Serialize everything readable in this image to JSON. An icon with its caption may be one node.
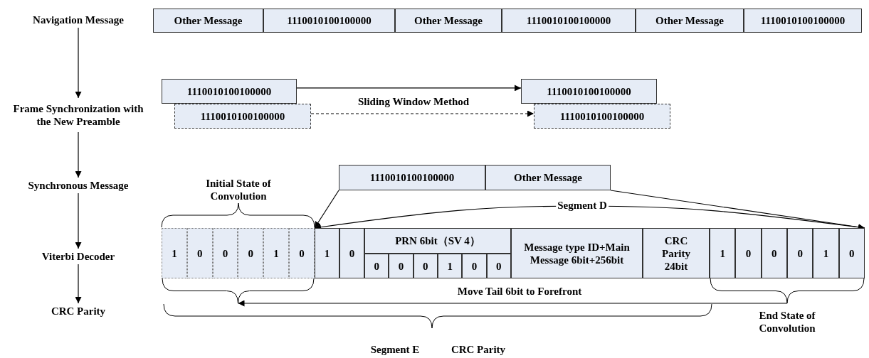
{
  "diagram": {
    "nodes": [
      {
        "text": [
          "Navigation Message"
        ]
      },
      {
        "text": [
          "Frame Synchronization with the New Preamble"
        ]
      },
      {
        "text": [
          "Synchronous Message"
        ]
      },
      {
        "text": [
          "Viterbi Decoder"
        ]
      },
      {
        "text": [
          "CRC Parity"
        ]
      },
      {
        "text": [
          "Other Message"
        ]
      },
      {
        "text": [
          "1110010100100000"
        ]
      },
      {
        "text": [
          "Other Message"
        ]
      },
      {
        "text": [
          "1110010100100000"
        ]
      },
      {
        "text": [
          "Other Message"
        ]
      },
      {
        "text": [
          "1110010100100000"
        ]
      },
      {
        "text": [
          "1110010100100000"
        ]
      },
      {
        "text": [
          "1110010100100000"
        ]
      },
      {
        "text": [
          "1110010100100000"
        ]
      },
      {
        "text": [
          "1110010100100000"
        ]
      },
      {
        "text": [
          "1110010100100000"
        ]
      },
      {
        "text": [
          "Other Message"
        ]
      },
      {
        "text": [
          "1"
        ]
      },
      {
        "text": [
          "0"
        ]
      },
      {
        "text": [
          "0"
        ]
      },
      {
        "text": [
          "0"
        ]
      },
      {
        "text": [
          "1"
        ]
      },
      {
        "text": [
          "0"
        ]
      },
      {
        "text": [
          "1"
        ]
      },
      {
        "text": [
          "0"
        ]
      },
      {
        "text": [
          "PRN 6bit（SV 4）"
        ]
      },
      {
        "text": [
          "0"
        ]
      },
      {
        "text": [
          "0"
        ]
      },
      {
        "text": [
          "0"
        ]
      },
      {
        "text": [
          "1"
        ]
      },
      {
        "text": [
          "0"
        ]
      },
      {
        "text": [
          "0"
        ]
      },
      {
        "text": [
          "Message type ID+Main Message 6bit+256bit"
        ]
      },
      {
        "text": [
          "CRC Parity 24bit"
        ]
      },
      {
        "text": [
          "1"
        ]
      },
      {
        "text": [
          "0"
        ]
      },
      {
        "text": [
          "0"
        ]
      },
      {
        "text": [
          "0"
        ]
      },
      {
        "text": [
          "1"
        ]
      },
      {
        "text": [
          "0"
        ]
      },
      {
        "text": [],
        "shape": "brace"
      },
      {
        "text": [],
        "shape": "brace",
        "beside": [
          "End State of Convolution"
        ]
      }
    ],
    "edges": [
      {
        "from": 0,
        "to": 1,
        "arrow": "to"
      },
      {
        "from": 1,
        "to": 2,
        "arrow": "to"
      },
      {
        "from": 2,
        "to": 3,
        "arrow": "to"
      },
      {
        "from": 3,
        "to": 4,
        "arrow": "to"
      },
      {
        "from": 11,
        "to": 13,
        "arrow": "to"
      },
      {
        "from": 12,
        "to": 14,
        "arrow": "to",
        "style": "dashed"
      },
      {
        "from": 15,
        "to": 23,
        "arrow": "to"
      },
      {
        "from": 16,
        "to": 39,
        "arrow": "to"
      },
      {
        "from": 23,
        "to": 39,
        "arrow": "both",
        "label": "Segment D"
      },
      {
        "from": 41,
        "to": 40,
        "arrow": "to",
        "label": "Move Tail 6bit to Forefront"
      }
    ],
    "labels": [
      "Sliding Window Method",
      "Initial State of Convolution",
      "Segment E",
      "CRC Parity"
    ]
  }
}
